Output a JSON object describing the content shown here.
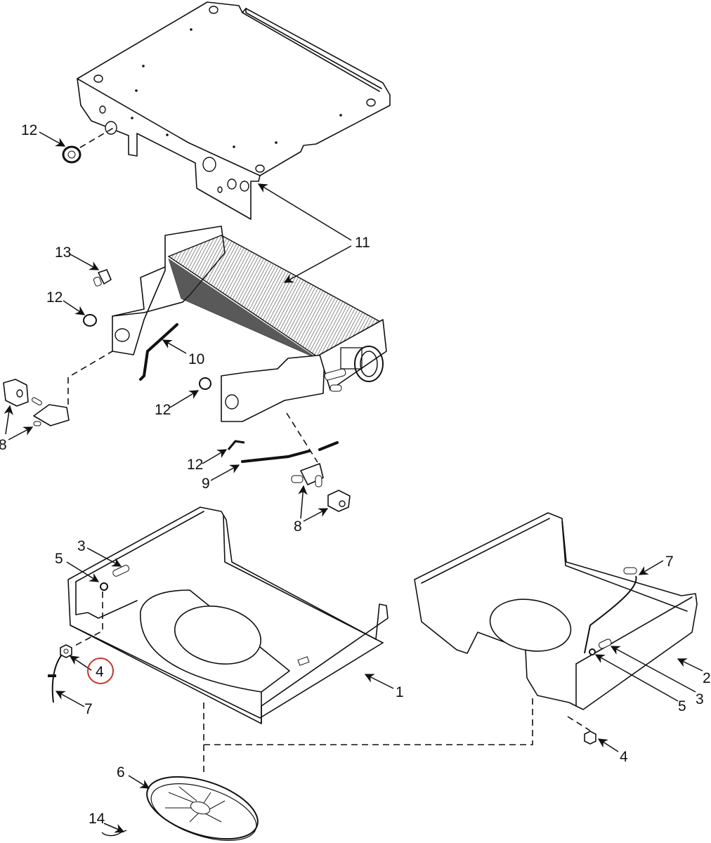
{
  "diagram": {
    "title": "Exploded parts view - evaporator / blower housing assembly",
    "highlight_color": "#c0392b",
    "line_color": "#111111",
    "callouts": [
      {
        "id": "c12a",
        "label": "12",
        "part": "grommet-upper"
      },
      {
        "id": "c13",
        "label": "13",
        "part": "sensor"
      },
      {
        "id": "c12b",
        "label": "12",
        "part": "grommet-left"
      },
      {
        "id": "c11",
        "label": "11",
        "part": "plate-and-coil"
      },
      {
        "id": "c10",
        "label": "10",
        "part": "tube-left"
      },
      {
        "id": "c12c",
        "label": "12",
        "part": "grommet-right"
      },
      {
        "id": "c8a",
        "label": "8",
        "part": "valve-left"
      },
      {
        "id": "c12d",
        "label": "12",
        "part": "clip"
      },
      {
        "id": "c9",
        "label": "9",
        "part": "capillary-tube"
      },
      {
        "id": "c8b",
        "label": "8",
        "part": "valve-right"
      },
      {
        "id": "c3a",
        "label": "3",
        "part": "pin-left"
      },
      {
        "id": "c5a",
        "label": "5",
        "part": "washer-left"
      },
      {
        "id": "c4a",
        "label": "4",
        "part": "nut-left",
        "highlighted": true
      },
      {
        "id": "c7a",
        "label": "7",
        "part": "wire-left"
      },
      {
        "id": "c1",
        "label": "1",
        "part": "housing-left"
      },
      {
        "id": "c7b",
        "label": "7",
        "part": "wire-right"
      },
      {
        "id": "c2",
        "label": "2",
        "part": "housing-right"
      },
      {
        "id": "c3b",
        "label": "3",
        "part": "pin-right"
      },
      {
        "id": "c5b",
        "label": "5",
        "part": "washer-right"
      },
      {
        "id": "c4b",
        "label": "4",
        "part": "nut-right"
      },
      {
        "id": "c6",
        "label": "6",
        "part": "fan"
      },
      {
        "id": "c14",
        "label": "14",
        "part": "connector"
      }
    ]
  }
}
